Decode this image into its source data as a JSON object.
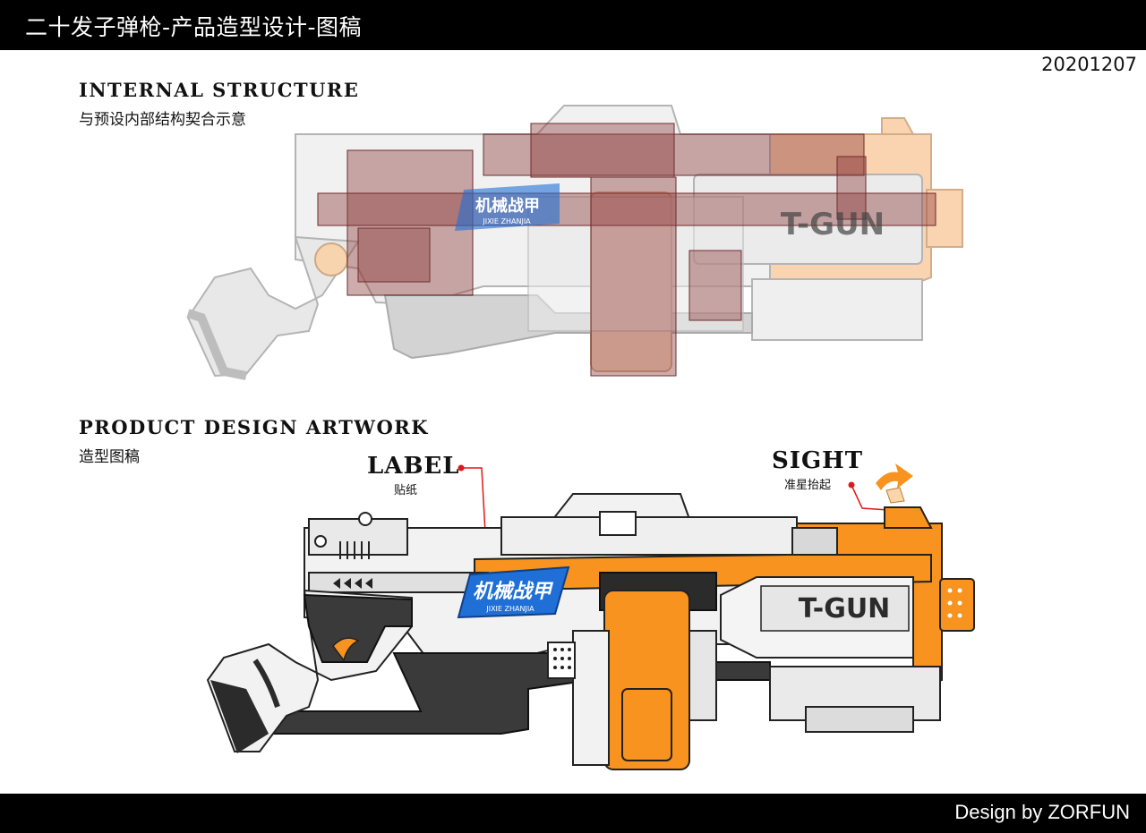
{
  "header": {
    "title": "二十发子弹枪-产品造型设计-图稿"
  },
  "date": "20201207",
  "internal": {
    "heading": "INTERNAL STRUCTURE",
    "subtitle": "与预设内部结构契合示意",
    "decal_title": "机械战甲",
    "decal_sub": "JIXIE  ZHANJIA",
    "side_text": "T-GUN"
  },
  "product": {
    "heading": "PRODUCT DESIGN ARTWORK",
    "subtitle": "造型图稿",
    "label_callout": {
      "title": "LABEL",
      "sub": "贴纸"
    },
    "sight_callout": {
      "title": "SIGHT",
      "sub": "准星抬起"
    },
    "decal_title": "机械战甲",
    "decal_sub": "JIXIE  ZHANJIA",
    "side_text": "T-GUN"
  },
  "colors": {
    "orange": "#F7931E",
    "dark": "#2b2b2b",
    "blue_decal": "#1f6fd6",
    "overlay": "#8c3a3a",
    "callout_line": "#e01818"
  },
  "footer": {
    "credit": "Design by ZORFUN"
  }
}
